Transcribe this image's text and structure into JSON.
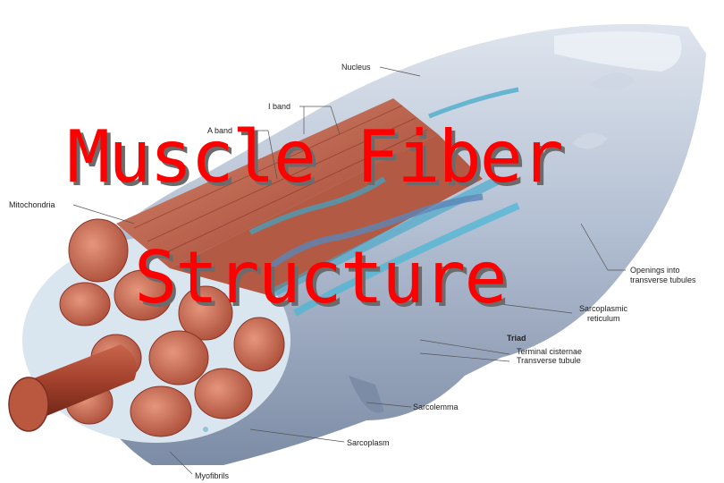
{
  "title": {
    "line1": "Muscle Fiber",
    "line2": "Structure"
  },
  "labels": {
    "nucleus": "Nucleus",
    "i_band": "I band",
    "a_band": "A band",
    "mitochondria": "Mitochondria",
    "openings": "Openings into",
    "openings2": "transverse tubules",
    "sarcoplasmic": "Sarcoplasmic",
    "reticulum": "reticulum",
    "triad": "Triad",
    "terminal_cisternae": "Terminal cisternae",
    "transverse_tubule": "Transverse tubule",
    "sarcolemma": "Sarcolemma",
    "sarcoplasm": "Sarcoplasm",
    "myofibrils": "Myofibrils"
  },
  "colors": {
    "title": "#ff0000",
    "membrane": "#b9c4d6",
    "myofibril": "#c8644e",
    "tubule": "#3aa7c9"
  }
}
